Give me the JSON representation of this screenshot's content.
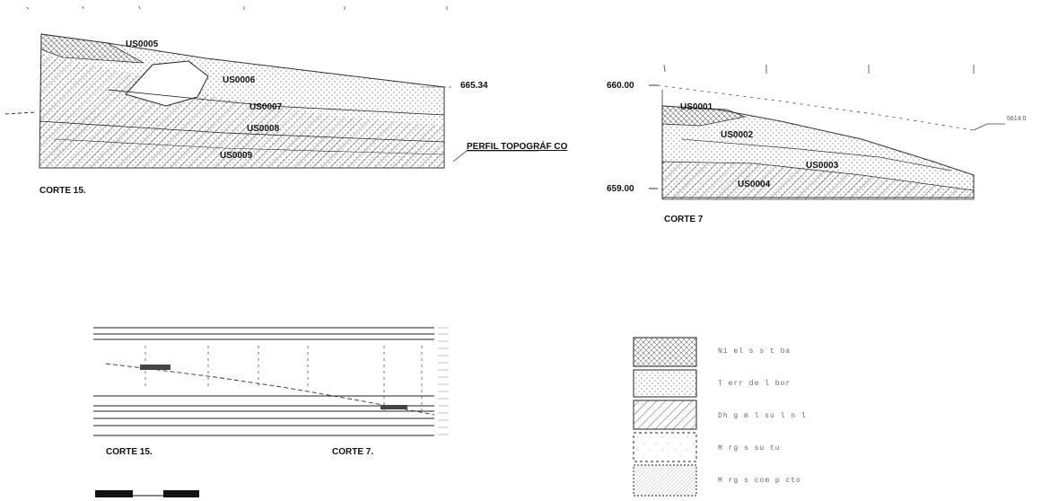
{
  "corte15": {
    "title": "CORTE 15.",
    "elevation_right": "665.34",
    "profile_label": "PERFIL TOPOGRÁF CO",
    "units": [
      "US0005",
      "US0006",
      "US0007",
      "US0008",
      "US0009"
    ]
  },
  "corte7": {
    "title": "CORTE 7",
    "elev_top": "660.00",
    "elev_bottom": "659.00",
    "elev_right": "5614.0",
    "units": [
      "US0001",
      "US0002",
      "US0003",
      "US0004"
    ]
  },
  "overview": {
    "label_left": "CORTE 15.",
    "label_right": "CORTE 7."
  },
  "legend": {
    "items": [
      {
        "pattern": "crossdots",
        "label": "Ni el  s s t ba"
      },
      {
        "pattern": "dots",
        "label": "T err  de  l  bor"
      },
      {
        "pattern": "hatch",
        "label": "Dh  g  m  l  su  l  n  l"
      },
      {
        "pattern": "sparse",
        "label": "M rg s  su  tu"
      },
      {
        "pattern": "fine",
        "label": "M  rg s  com p cto"
      }
    ]
  }
}
